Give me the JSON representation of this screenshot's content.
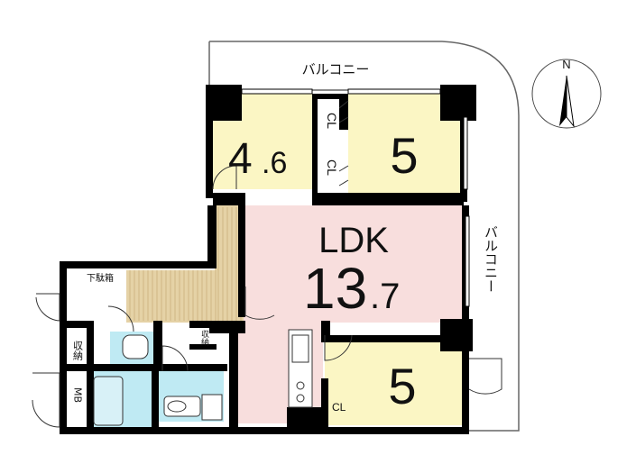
{
  "rooms": {
    "bedroom_nw": {
      "size": "4.6"
    },
    "bedroom_ne": {
      "size": "5"
    },
    "ldk": {
      "name": "LDK",
      "size_main": "13",
      "size_decimal": ".7"
    },
    "bedroom_se": {
      "size": "5"
    }
  },
  "closets": {
    "cl_upper": "CL",
    "cl_lower": "CL",
    "cl_se": "CL"
  },
  "storage": {
    "shoe_box": "下駄箱",
    "storage_left": "収納",
    "storage_hall": "収納",
    "mb": "MB"
  },
  "balcony": {
    "north_label": "バルコニー",
    "east_label": "バルコニー"
  },
  "compass": {
    "north": "N"
  },
  "colors": {
    "bedroom": "#fbf6c4",
    "ldk": "#f8dedd",
    "wet_area": "#bfeaf3",
    "floor_wood": "#e5d2a6",
    "wall": "#000000"
  }
}
